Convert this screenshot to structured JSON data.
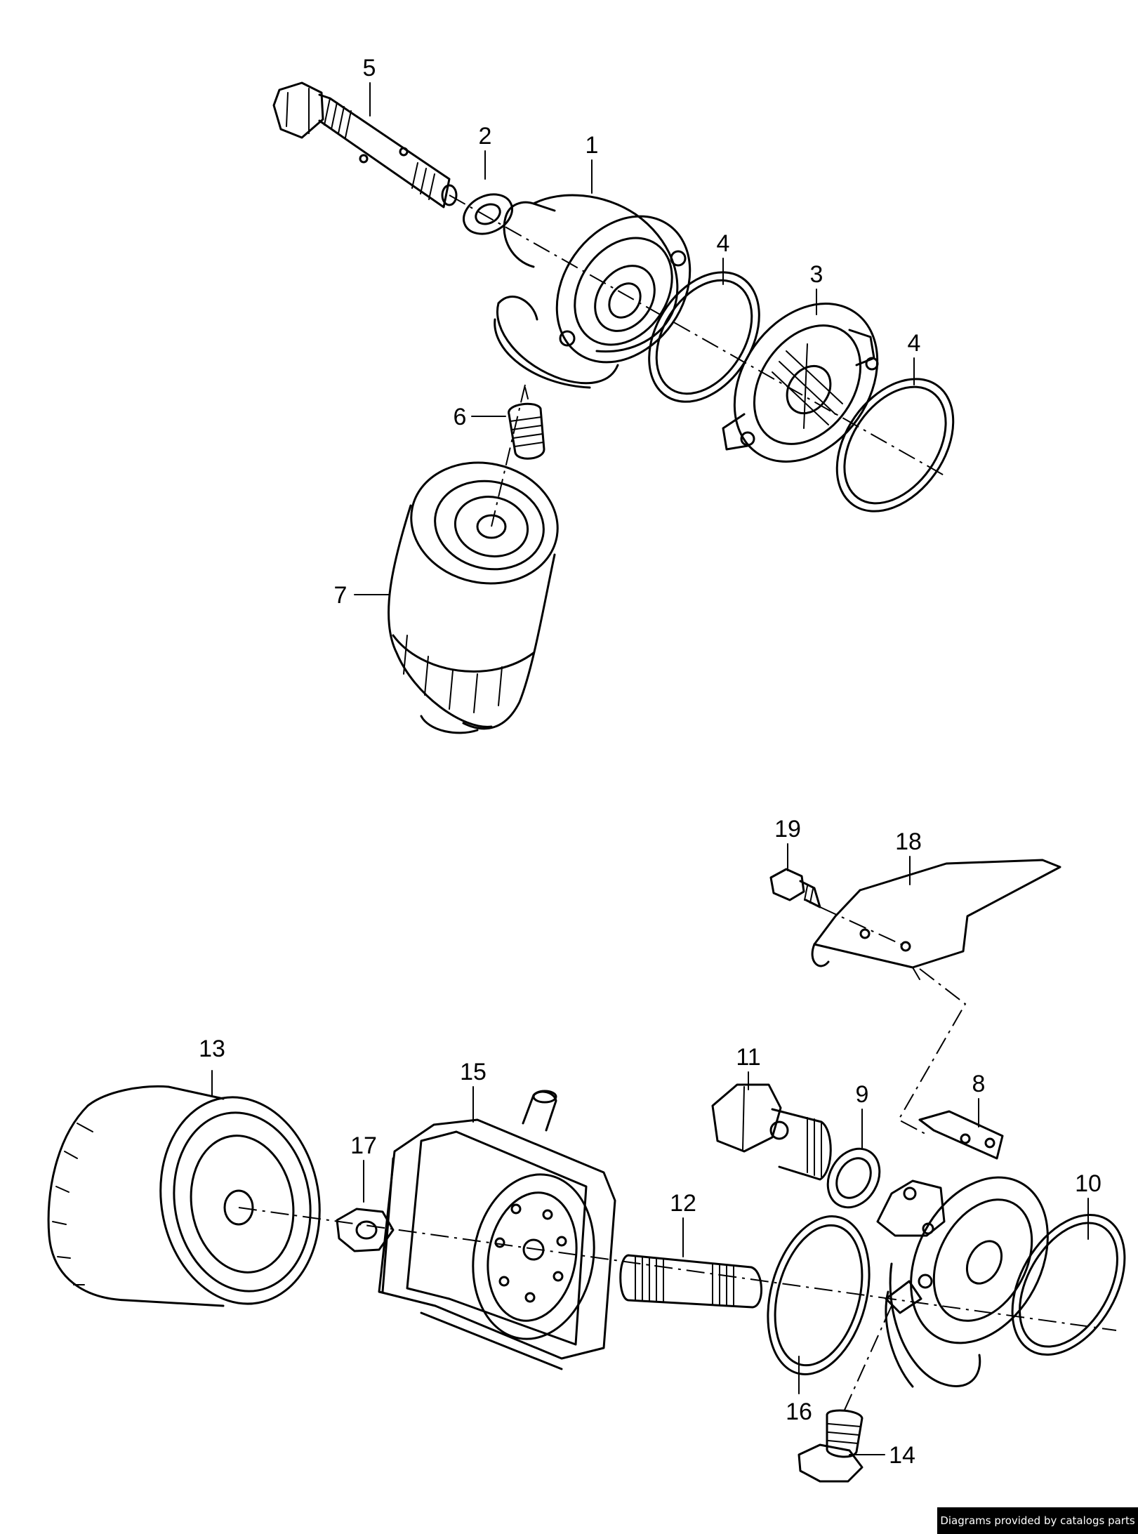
{
  "callouts": {
    "c1": "1",
    "c2": "2",
    "c3": "3",
    "c4a": "4",
    "c4b": "4",
    "c5": "5",
    "c6": "6",
    "c7": "7",
    "c8": "8",
    "c9": "9",
    "c10": "10",
    "c11": "11",
    "c12": "12",
    "c13": "13",
    "c14": "14",
    "c15": "15",
    "c16": "16",
    "c17": "17",
    "c18": "18",
    "c19": "19"
  },
  "credit": "Diagrams provided by catalogs parts",
  "colors": {
    "line": "#000000",
    "background": "#ffffff",
    "credit_bg": "#000000",
    "credit_text": "#ffffff"
  }
}
